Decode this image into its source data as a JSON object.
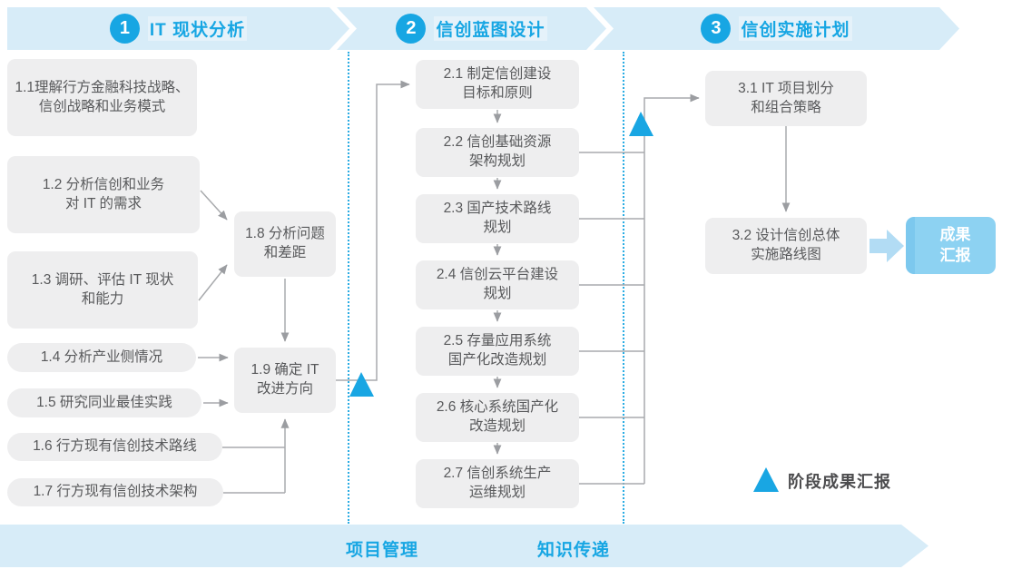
{
  "colors": {
    "accent_blue": "#17a6e3",
    "banner_bg": "#d7ecf8",
    "node_bg": "#eeeeef",
    "node_text": "#58595b",
    "connector_gray": "#a8aaad",
    "result_box_bg": "#8dd2f2",
    "result_box_edge": "#7cc8ee",
    "block_arrow": "#b2dcf4",
    "legend_text": "#4d4d4f"
  },
  "phases": [
    {
      "number": "1",
      "title": "IT 现状分析"
    },
    {
      "number": "2",
      "title": "信创蓝图设计"
    },
    {
      "number": "3",
      "title": "信创实施计划"
    }
  ],
  "phase1": {
    "items": [
      "1.1理解行方金融科技战略、\n信创战略和业务模式",
      "1.2 分析信创和业务\n对 IT 的需求",
      "1.3 调研、评估 IT 现状\n和能力",
      "1.4 分析产业侧情况",
      "1.5 研究同业最佳实践",
      "1.6 行方现有信创技术路线",
      "1.7 行方现有信创技术架构",
      "1.8 分析问题\n和差距",
      "1.9 确定 IT\n改进方向"
    ]
  },
  "phase2": {
    "items": [
      "2.1 制定信创建设\n目标和原则",
      "2.2 信创基础资源\n架构规划",
      "2.3 国产技术路线\n规划",
      "2.4 信创云平台建设\n规划",
      "2.5 存量应用系统\n国产化改造规划",
      "2.6 核心系统国产化\n改造规划",
      "2.7 信创系统生产\n运维规划"
    ]
  },
  "phase3": {
    "items": [
      "3.1 IT 项目划分\n和组合策略",
      "3.2 设计信创总体\n实施路线图"
    ]
  },
  "result": {
    "label": "成果\n汇报"
  },
  "legend": {
    "label": "阶段成果汇报"
  },
  "footer": {
    "items": [
      "项目管理",
      "知识传递"
    ]
  }
}
